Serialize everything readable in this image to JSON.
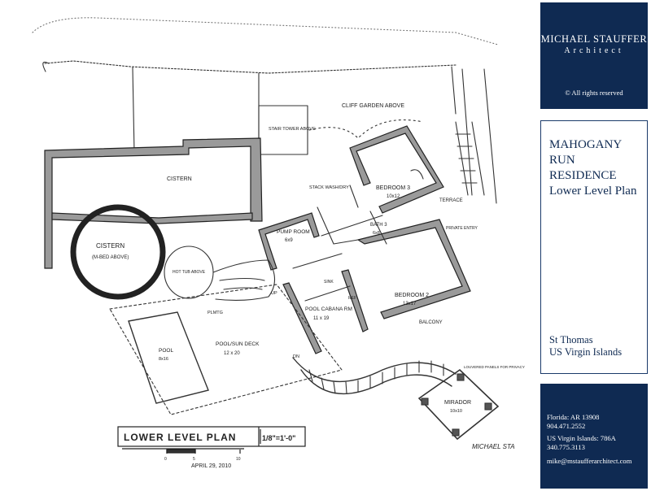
{
  "firm": {
    "name": "MICHAEL STAUFFER",
    "subtitle": "Architect",
    "rights": "© All rights reserved"
  },
  "project": {
    "title_line1": "MAHOGANY",
    "title_line2": "RUN",
    "title_line3": "RESIDENCE",
    "title_line4": "Lower Level Plan",
    "location_line1": "St Thomas",
    "location_line2": "US Virgin Islands"
  },
  "contact": {
    "florida": "Florida: AR 13908",
    "florida_phone": "904.471.2552",
    "usvi": "US Virgin Islands: 786A",
    "usvi_phone": "340.775.3113",
    "email": "mike@mstaufferarchitect.com"
  },
  "drawing": {
    "labels": {
      "cliff_garden": "CLIFF GARDEN ABOVE",
      "stair_tower": "STAIR TOWER ABOVE",
      "cistern_top": "CISTERN",
      "cistern_round": "CISTERN",
      "cistern_round_sub": "(M-BED ABOVE)",
      "bedroom3": "BEDROOM 3",
      "bedroom3_dim": "10x12",
      "stack": "STACK WASH/DRY",
      "pump_room": "PUMP ROOM",
      "pump_room_dim": "6x9",
      "terrace": "TERRACE",
      "private_entry": "PRIVATE ENTRY",
      "bath3": "BATH 3",
      "bath3_dim": "6x8",
      "hot_tub": "HOT TUB ABOVE",
      "bedroom2": "BEDROOM 2",
      "bedroom2_dim": "13x17",
      "pool_cabana": "POOL CABANA RM",
      "pool_cabana_dim": "11 x 19",
      "sink": "SINK",
      "ref": "REF",
      "balcony": "BALCONY",
      "plmtg": "PLMTG",
      "pool": "POOL",
      "pool_dim": "8x16",
      "pool_deck": "POOL/SUN DECK",
      "pool_deck_dim": "12 x 20",
      "dn": "DN",
      "up": "UP",
      "louvered": "LOUVERED PANELS FOR PRIVACY",
      "mirador": "MIRADOR",
      "mirador_dim": "10x10",
      "signature": "MICHAEL STA"
    },
    "title_block": {
      "plan_name": "LOWER LEVEL PLAN",
      "scale": "1/8\"=1'-0\"",
      "scale_ticks": [
        "0",
        "5",
        "10"
      ],
      "date": "APRIL 29, 2010"
    }
  }
}
